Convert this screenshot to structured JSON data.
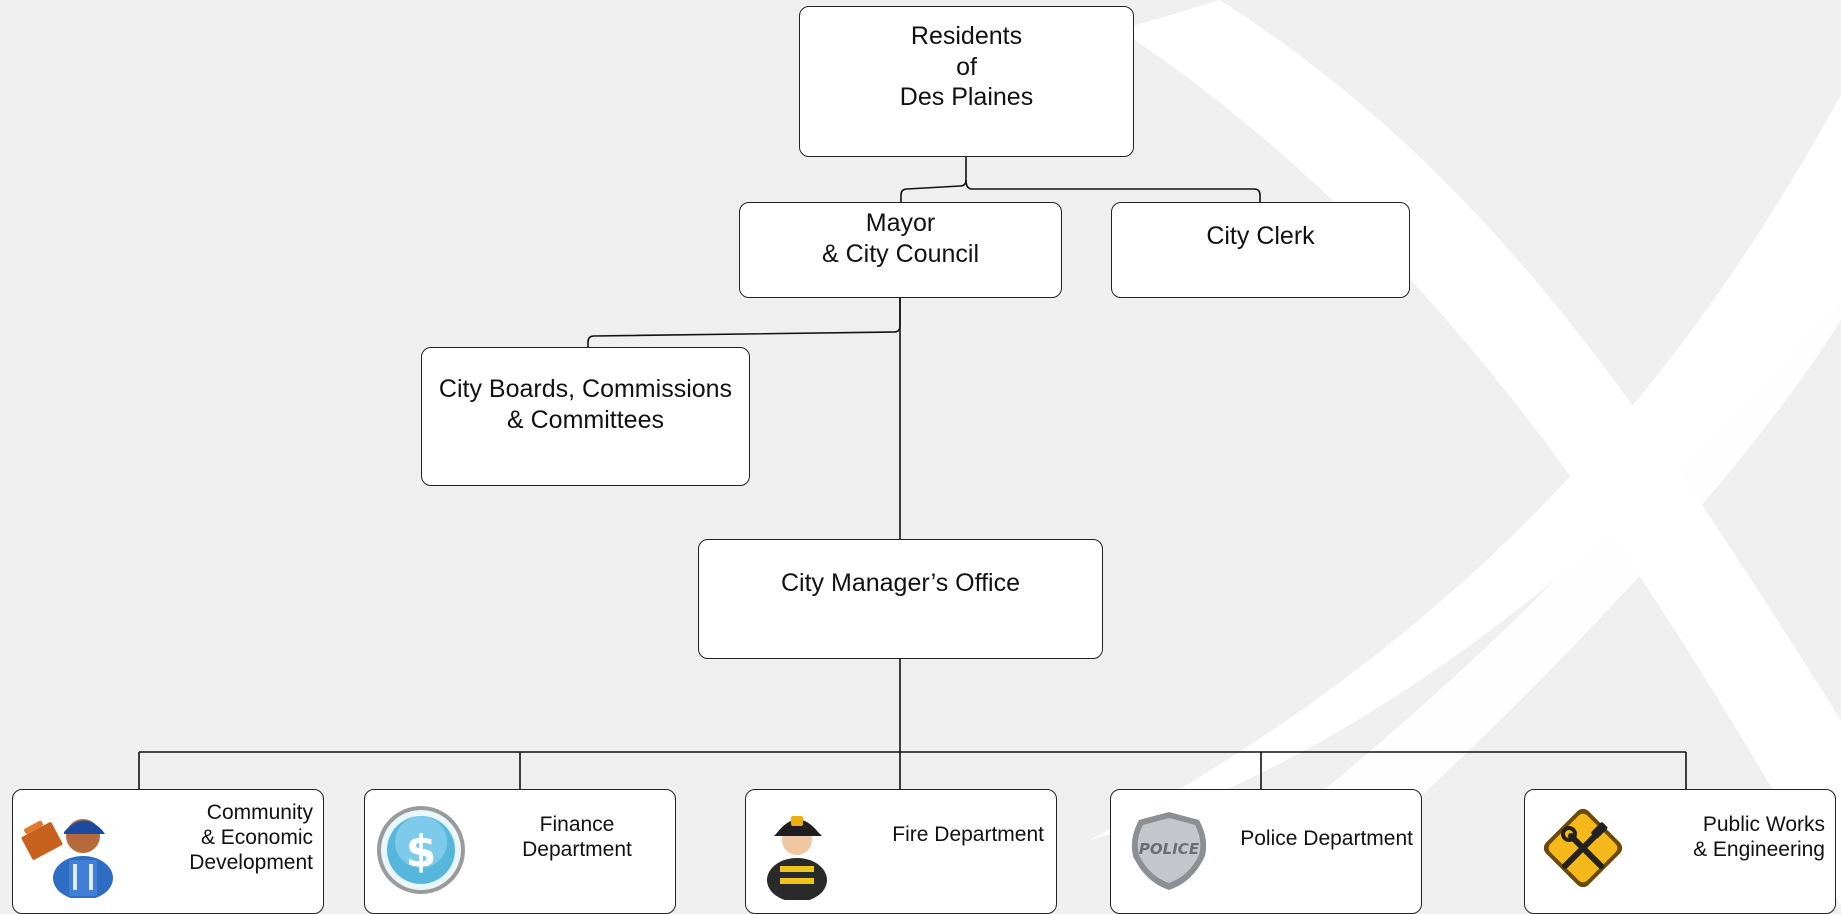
{
  "org_chart": {
    "top": {
      "label": "Residents\nof\nDes Plaines"
    },
    "mayor": {
      "label": "Mayor\n& City Council"
    },
    "clerk": {
      "label": "City Clerk"
    },
    "boards": {
      "label": "City Boards, Commissions\n& Committees"
    },
    "manager": {
      "label": "City Manager’s Office"
    },
    "departments": [
      {
        "label": "Community\n& Economic\nDevelopment",
        "icon": "worker-toolbox-icon"
      },
      {
        "label": "Finance\nDepartment",
        "icon": "dollar-coin-icon"
      },
      {
        "label": "Fire Department",
        "icon": "firefighter-icon"
      },
      {
        "label": "Police Department",
        "icon": "police-badge-icon"
      },
      {
        "label": "Public Works\n& Engineering",
        "icon": "hammer-wrench-sign-icon"
      }
    ]
  },
  "colors": {
    "background": "#efefef",
    "swoosh": "#ffffff",
    "box_border": "#222222",
    "connector": "#111111"
  }
}
